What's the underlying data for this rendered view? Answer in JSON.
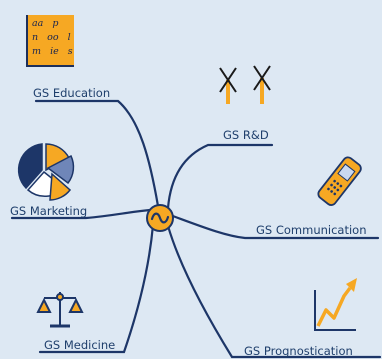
{
  "colors": {
    "background": "#dde8f3",
    "branch": "#1d3668",
    "accent": "#f6a823",
    "text": "#1f3f6c"
  },
  "center": {
    "icon": "tilde-orange-circle-icon"
  },
  "nodes": {
    "education": {
      "label": "GS Education",
      "icon": "letters-board-icon"
    },
    "rnd": {
      "label": "GS R&D",
      "icon": "wind-turbines-icon"
    },
    "marketing": {
      "label": "GS Marketing",
      "icon": "pie-chart-icon"
    },
    "communication": {
      "label": "GS Communication",
      "icon": "mobile-phone-icon"
    },
    "medicine": {
      "label": "GS Medicine",
      "icon": "scales-icon"
    },
    "prognostication": {
      "label": "GS Prognostication",
      "icon": "rising-trend-icon"
    }
  },
  "education_board": {
    "rows": [
      "aa   p",
      "n   oo   l",
      "m   ie   s"
    ]
  }
}
